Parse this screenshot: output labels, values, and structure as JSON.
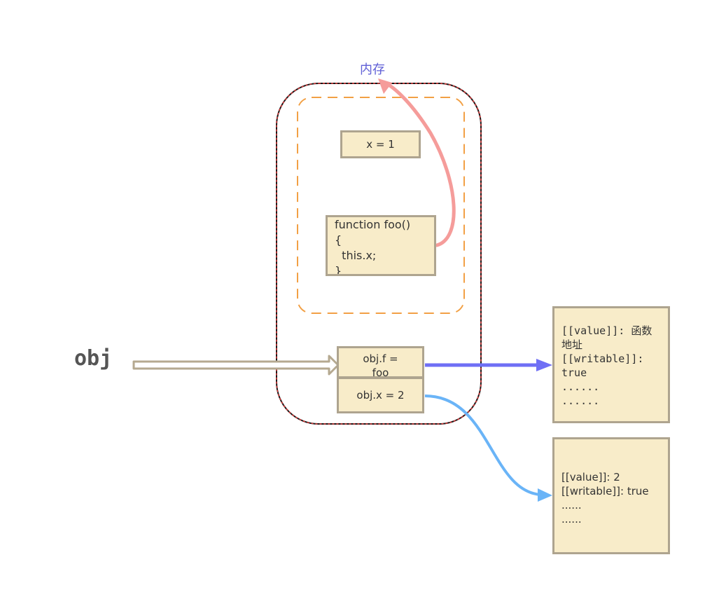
{
  "memory_label": "内存",
  "obj_label": "obj",
  "scope": {
    "x_box": "x = 1",
    "foo_box": "function foo()\n{\n  this.x;\n}"
  },
  "object": {
    "f_box": "obj.f =\nfoo",
    "x_box": "obj.x = 2"
  },
  "properties": {
    "f_descriptor": "[[value]]: 函数地址\n[[writable]]:\ntrue\n......\n......",
    "x_descriptor": "[[value]]: 2\n[[writable]]: true\n......\n......"
  },
  "colors": {
    "container_border": "#1a1a1a",
    "container_dash": "#e03a3a",
    "scope_dash": "#f2a045",
    "box_fill": "#f8ecc9",
    "box_border": "#aea48f",
    "arrow_red": "#f59c9a",
    "arrow_purple": "#6f6ff5",
    "arrow_blue": "#6ab4f7",
    "pointer_arrow": "#b5a990",
    "label_blue": "#5f5fd6"
  }
}
